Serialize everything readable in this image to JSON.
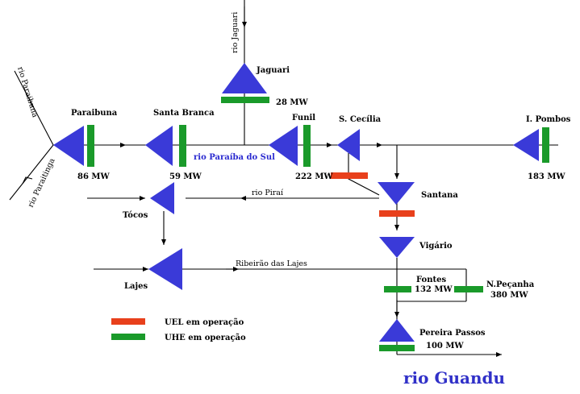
{
  "plants": {
    "paraibuna": {
      "name": "Paraibuna",
      "power": "86 MW"
    },
    "santa_branca": {
      "name": "Santa Branca",
      "power": "59 MW"
    },
    "jaguari": {
      "name": "Jaguari",
      "power": "28 MW"
    },
    "funil": {
      "name": "Funil",
      "power": "222 MW"
    },
    "santa_cecilia": {
      "name": "S. Cecília"
    },
    "ilha_pombos": {
      "name": "I.  Pombos",
      "power": "183 MW"
    },
    "santana": {
      "name": "Santana"
    },
    "tocos": {
      "name": "Tócos"
    },
    "lajes": {
      "name": "Lajes"
    },
    "vigario": {
      "name": "Vigário"
    },
    "fontes": {
      "name": "Fontes",
      "power": "132 MW"
    },
    "nilo_pecanha": {
      "name": "N.Peçanha",
      "power": "380 MW"
    },
    "pereira_passos": {
      "name": "Pereira Passos",
      "power": "100 MW"
    }
  },
  "rivers": {
    "paraibuna": "rio Paraibuna",
    "paraitinga": "rio Paraitinga",
    "jaguari": "rio Jaguari",
    "paraiba_do_sul": "rio Paraíba do Sul",
    "pirai": "rio Piraí",
    "ribeirao_lajes": "Ribeirão das Lajes",
    "guandu": "rio Guandu"
  },
  "legend": {
    "uel": {
      "label": "UEL em operação",
      "color": "#e8401c"
    },
    "uhe": {
      "label": "UHE em operação",
      "color": "#1a9a2a"
    }
  },
  "colors": {
    "plant_triangle": "#3a3ad8",
    "river_label_blue": "#2a2ad0"
  }
}
